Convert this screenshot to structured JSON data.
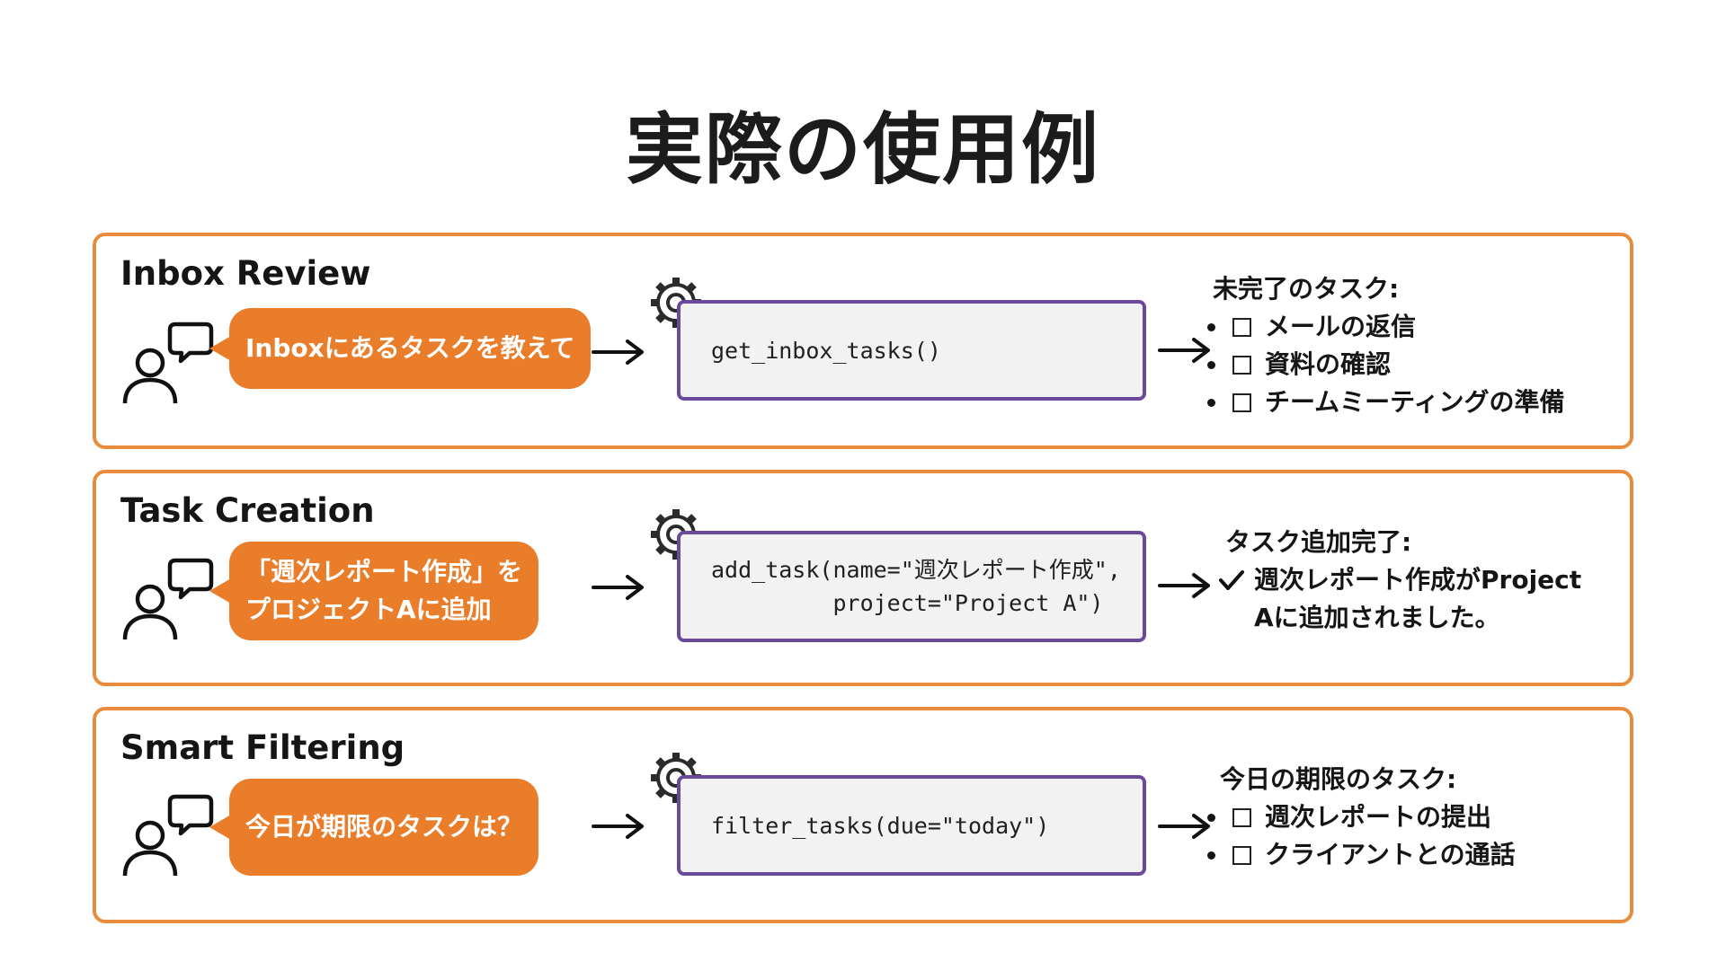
{
  "title": "実際の使用例",
  "panels": [
    {
      "title": "Inbox Review",
      "prompt": "Inboxにあるタスクを教えて",
      "code": [
        "get_inbox_tasks()"
      ],
      "result_heading": "未完了のタスク:",
      "result_items": [
        "メールの返信",
        "資料の確認",
        "チームミーティングの準備"
      ]
    },
    {
      "title": "Task Creation",
      "prompt_lines": [
        "「週次レポート作成」を",
        "プロジェクトAに追加"
      ],
      "code": [
        "add_task(name=\"週次レポート作成\",",
        "         project=\"Project A\")"
      ],
      "result_heading": "タスク追加完了:",
      "result_lines": [
        "週次レポート作成がProject",
        "Aに追加されました。"
      ]
    },
    {
      "title": "Smart Filtering",
      "prompt": "今日が期限のタスクは？",
      "code": [
        "filter_tasks(due=\"today\")"
      ],
      "result_heading": "今日の期限のタスク:",
      "result_items": [
        "週次レポートの提出",
        "クライアントとの通話"
      ]
    }
  ],
  "colors": {
    "accent_orange": "#ea7d2a",
    "panel_border": "#ea8a3b",
    "code_border": "#6a4a9c",
    "code_bg": "#f2f2f2"
  },
  "icons": [
    "user-chat-icon",
    "gear-icon",
    "right-arrow-icon",
    "checkbox-icon",
    "check-mark-icon"
  ]
}
